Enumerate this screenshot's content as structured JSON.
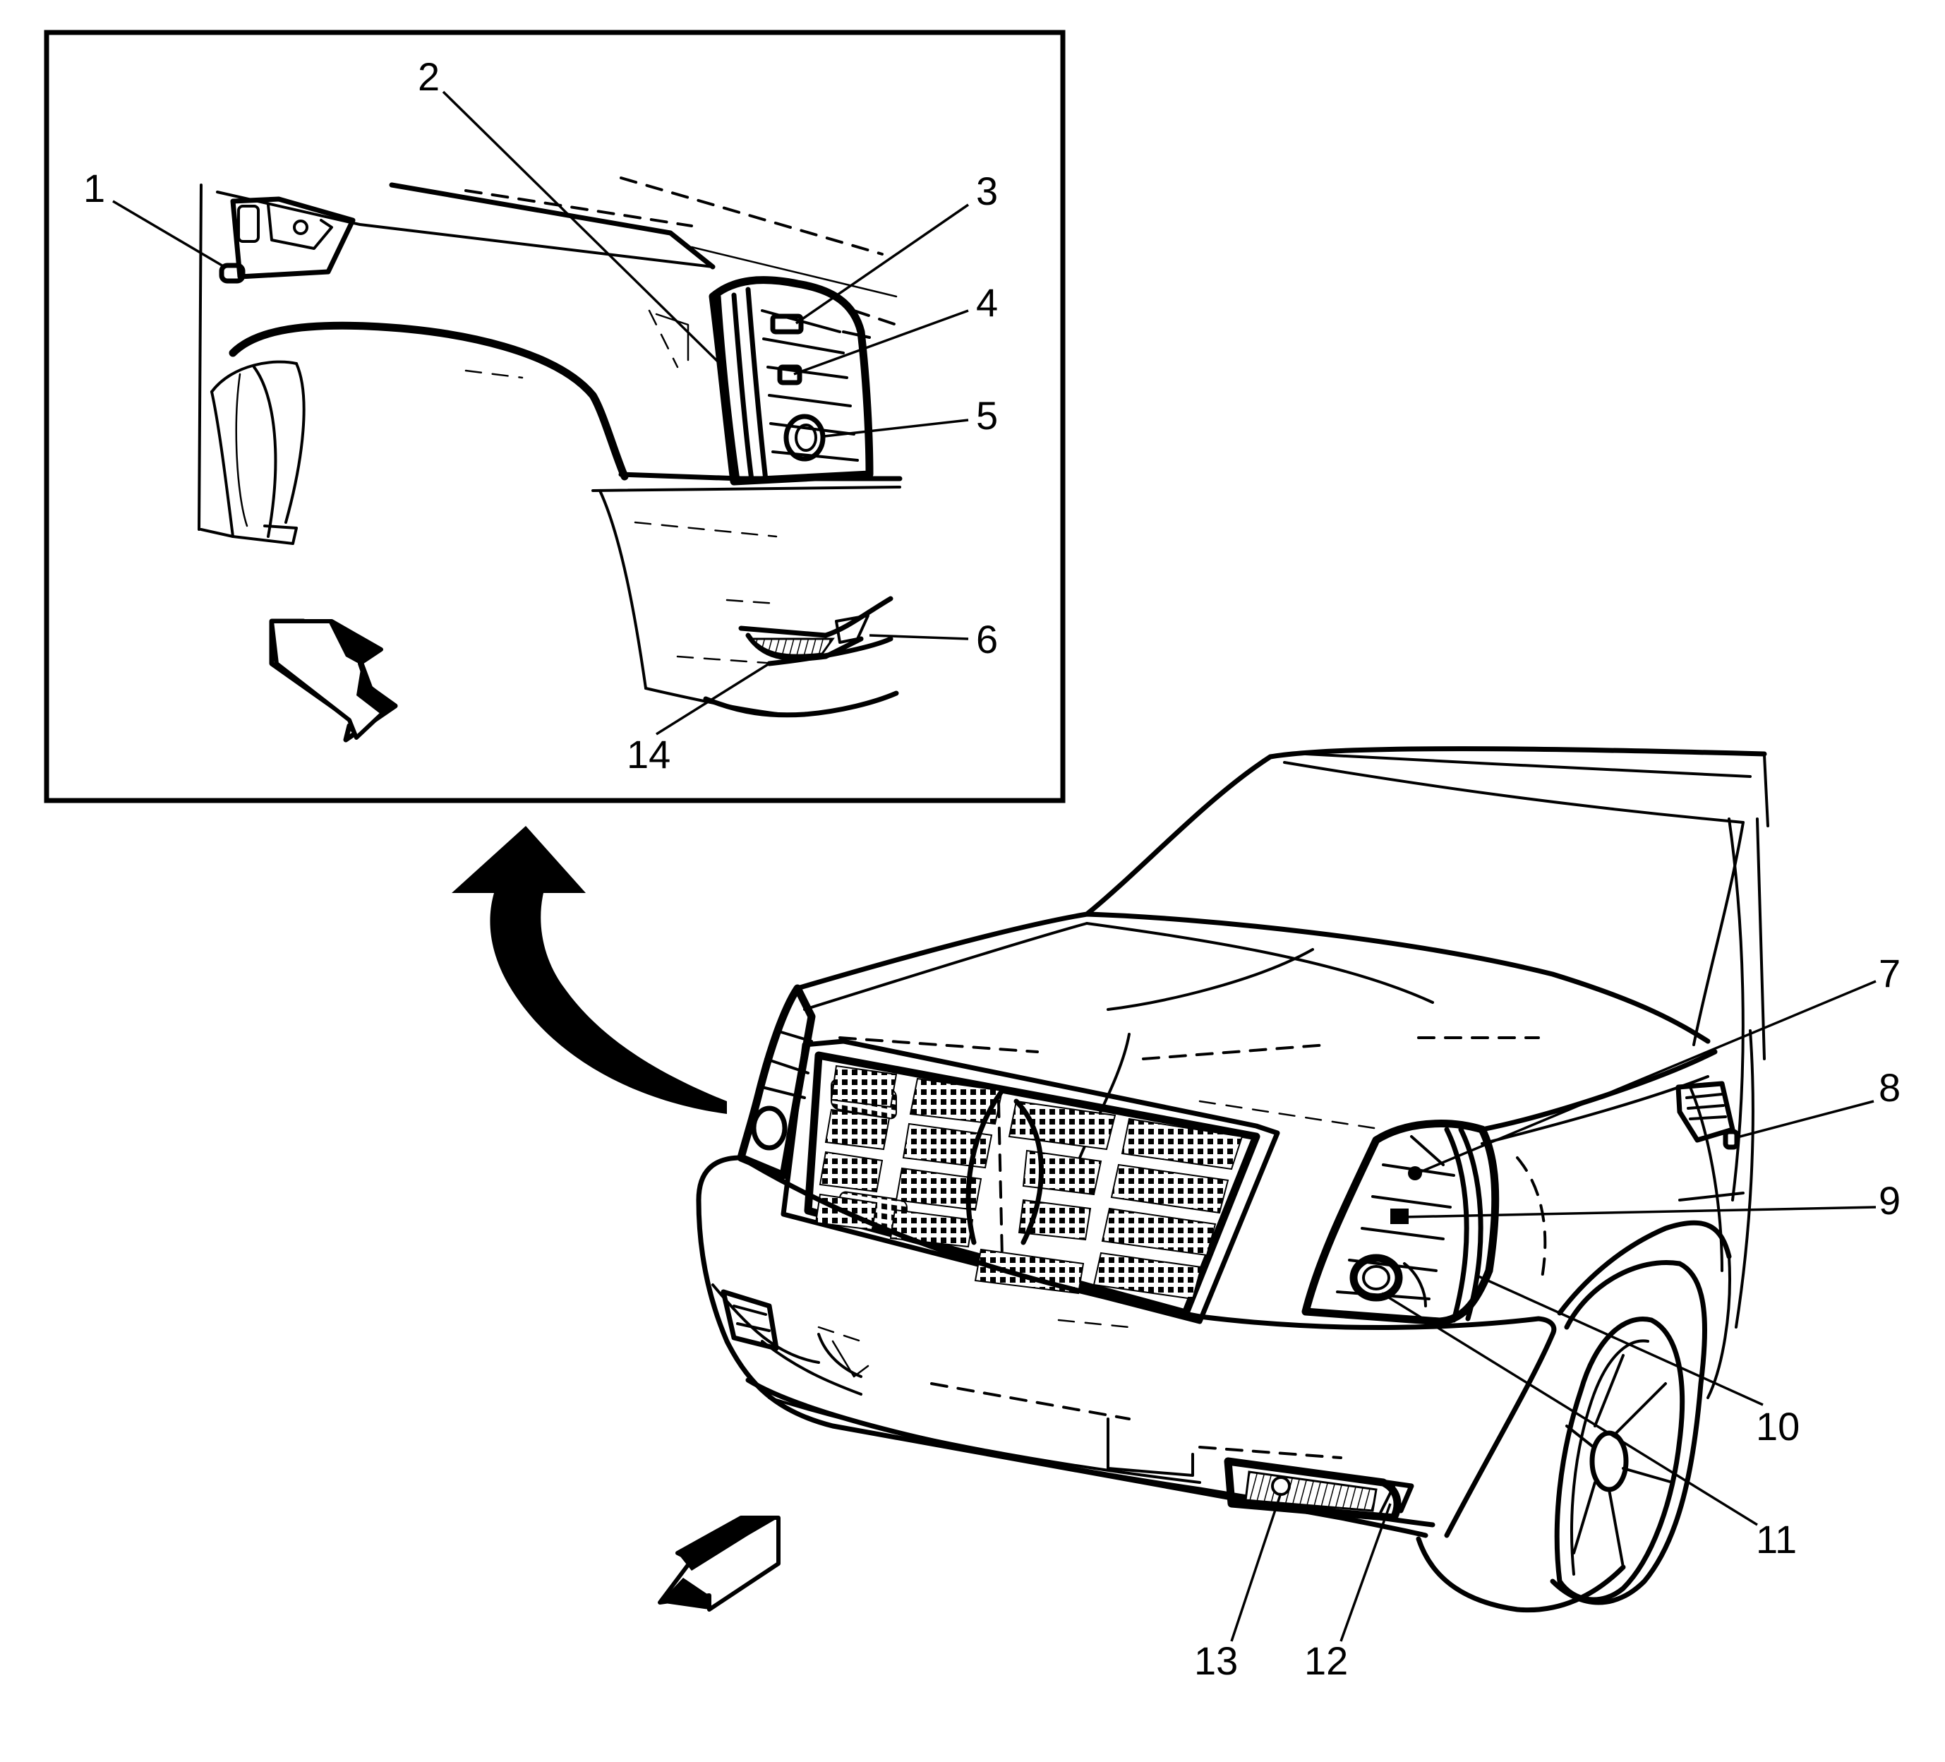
{
  "callouts": [
    {
      "id": "c1",
      "label": "1"
    },
    {
      "id": "c2",
      "label": "2"
    },
    {
      "id": "c3",
      "label": "3"
    },
    {
      "id": "c4",
      "label": "4"
    },
    {
      "id": "c5",
      "label": "5"
    },
    {
      "id": "c6",
      "label": "6"
    },
    {
      "id": "c7",
      "label": "7"
    },
    {
      "id": "c8",
      "label": "8"
    },
    {
      "id": "c9",
      "label": "9"
    },
    {
      "id": "c10",
      "label": "10"
    },
    {
      "id": "c11",
      "label": "11"
    },
    {
      "id": "c12",
      "label": "12"
    },
    {
      "id": "c13",
      "label": "13"
    },
    {
      "id": "c14",
      "label": "14"
    }
  ],
  "icons": {
    "inset_direction_arrow": "forward-direction-arrow-icon",
    "main_direction_arrow": "forward-direction-arrow-icon",
    "detail_arrow": "curved-detail-arrow-icon"
  },
  "colors": {
    "line": "#000000",
    "background": "#ffffff"
  }
}
